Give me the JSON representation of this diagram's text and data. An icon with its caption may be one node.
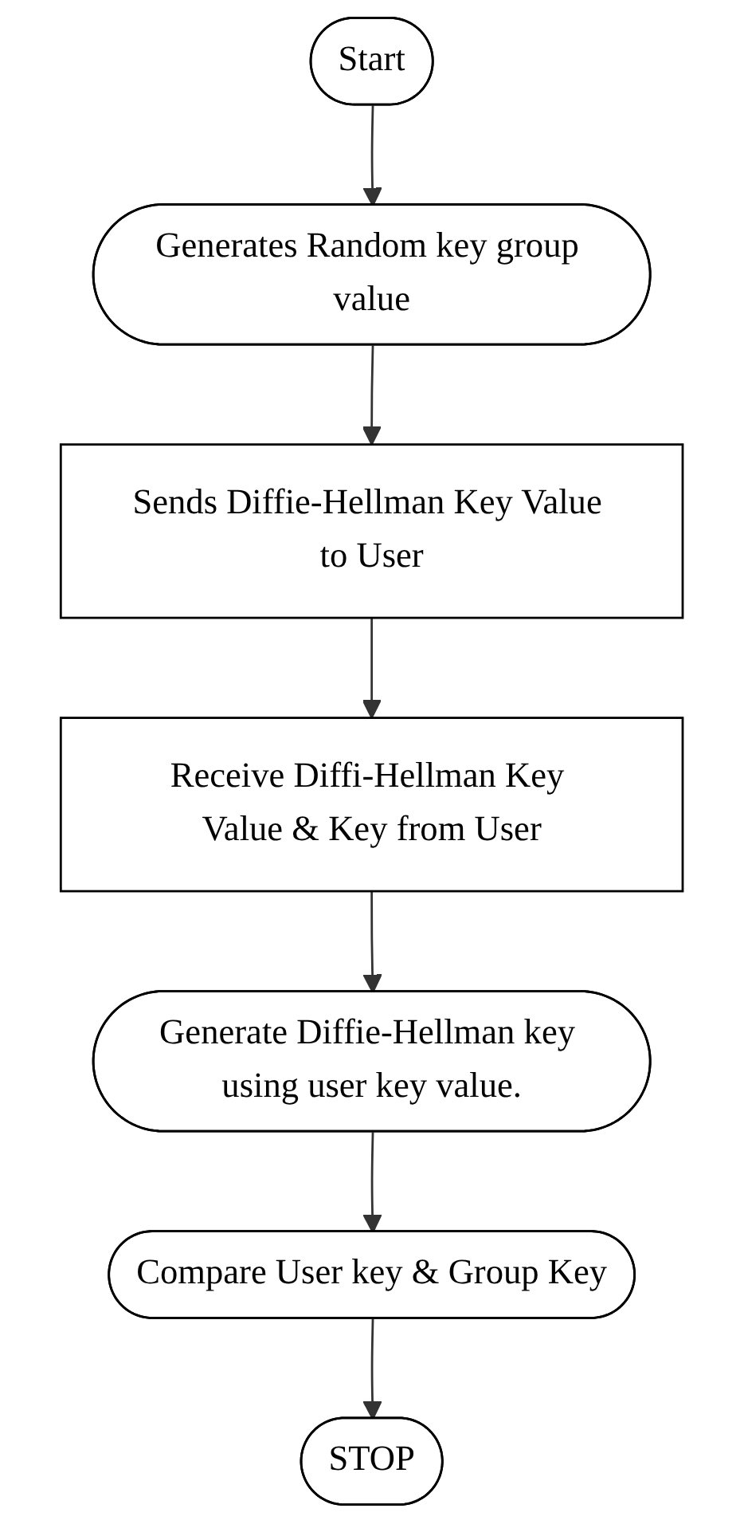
{
  "diagram": {
    "nodes": [
      {
        "text": [
          "Start"
        ]
      },
      {
        "text": [
          "Generates Random key group value"
        ]
      },
      {
        "text": [
          "Sends Diffie-Hellman Key Value to User"
        ]
      },
      {
        "text": [
          "Receive Diffi-Hellman Key Value & Key from User"
        ]
      },
      {
        "text": [
          "Generate Diffie-Hellman key using user key value."
        ]
      },
      {
        "text": [
          "Compare User key & Group Key"
        ]
      },
      {
        "text": [
          "STOP"
        ]
      }
    ],
    "edges": [
      {
        "from": 0,
        "to": 1,
        "arrow": "to"
      },
      {
        "from": 1,
        "to": 2,
        "arrow": "to"
      },
      {
        "from": 2,
        "to": 3,
        "arrow": "to"
      },
      {
        "from": 3,
        "to": 4,
        "arrow": "to"
      },
      {
        "from": 4,
        "to": 5,
        "arrow": "to"
      },
      {
        "from": 5,
        "to": 6,
        "arrow": "to"
      }
    ]
  }
}
